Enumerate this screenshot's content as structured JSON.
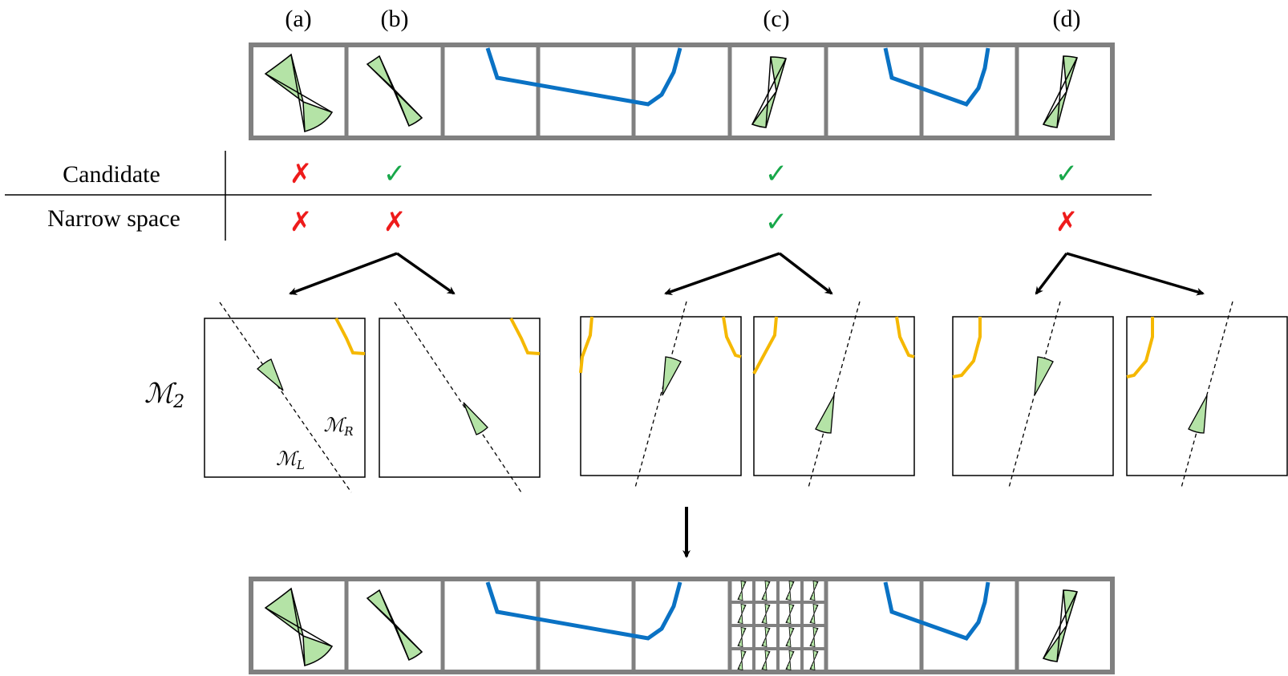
{
  "columns": {
    "a": {
      "label": "(a)",
      "candidate": "✗",
      "narrow": "✗"
    },
    "b": {
      "label": "(b)",
      "candidate": "✓",
      "narrow": "✗"
    },
    "c": {
      "label": "(c)",
      "candidate": "✓",
      "narrow": "✓"
    },
    "d": {
      "label": "(d)",
      "candidate": "✓",
      "narrow": "✗"
    }
  },
  "rows": {
    "candidate_label": "Candidate",
    "narrow_label": "Narrow space"
  },
  "map_label": {
    "symbol": "ℳ",
    "subscript": "2"
  },
  "region_labels": {
    "right": {
      "symbol": "ℳ",
      "subscript": "R"
    },
    "left": {
      "symbol": "ℳ",
      "subscript": "L"
    }
  },
  "colors": {
    "grid": "#808080",
    "wedge_fill": "#b4e3a6",
    "blue_path": "#0a72c4",
    "yellow_path": "#f5b800",
    "cross": "#ee1b1b",
    "check": "#18a84a"
  }
}
